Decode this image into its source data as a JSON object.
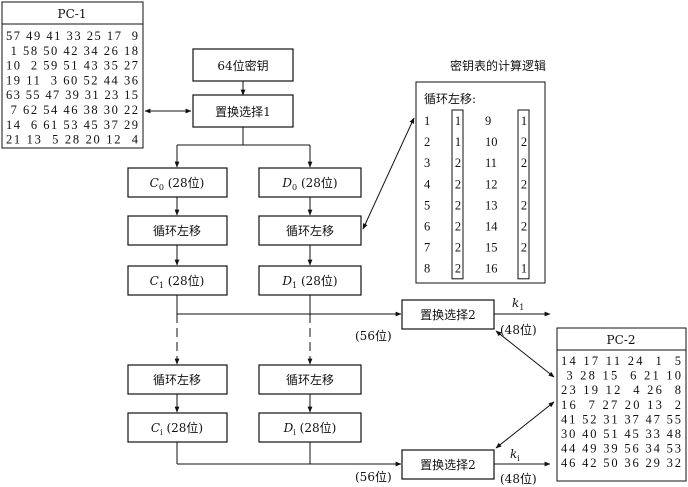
{
  "pc1": {
    "title": "PC-1",
    "rows": [
      "57 49 41 33 25 17  9",
      " 1 58 50 42 34 26 18",
      "10  2 59 51 43 35 27",
      "19 11  3 60 52 44 36",
      "63 55 47 39 31 23 15",
      " 7 62 54 46 38 30 22",
      "14  6 61 53 45 37 29",
      "21 13  5 28 20 12  4"
    ]
  },
  "pc2": {
    "title": "PC-2",
    "rows": [
      "14 17 11 24  1  5",
      " 3 28 15  6 21 10",
      "23 19 12  4 26  8",
      "16  7 27 20 13  2",
      "41 52 31 37 47 55",
      "30 40 51 45 33 48",
      "44 49 39 56 34 53",
      "46 42 50 36 29 32"
    ]
  },
  "flow": {
    "key_box": "64位密钥",
    "pc1_box": "置换选择1",
    "c0": {
      "var": "C",
      "sub": "0",
      "suffix": " (28位)"
    },
    "d0": {
      "var": "D",
      "sub": "0",
      "suffix": " (28位)"
    },
    "shift": "循环左移",
    "c1": {
      "var": "C",
      "sub": "1",
      "suffix": " (28位)"
    },
    "d1": {
      "var": "D",
      "sub": "1",
      "suffix": " (28位)"
    },
    "ci": {
      "var": "C",
      "sub": "i",
      "suffix": " (28位)"
    },
    "di": {
      "var": "D",
      "sub": "i",
      "suffix": " (28位)"
    },
    "pc2_box": "置换选择2",
    "bits56": "(56位)",
    "bits48": "(48位)",
    "k1": {
      "var": "k",
      "sub": "1"
    },
    "ki": {
      "var": "k",
      "sub": "i"
    }
  },
  "schedule": {
    "title": "密钥表的计算逻辑",
    "subtitle": "循环左移:",
    "left": [
      {
        "round": "1",
        "shift": "1"
      },
      {
        "round": "2",
        "shift": "1"
      },
      {
        "round": "3",
        "shift": "2"
      },
      {
        "round": "4",
        "shift": "2"
      },
      {
        "round": "5",
        "shift": "2"
      },
      {
        "round": "6",
        "shift": "2"
      },
      {
        "round": "7",
        "shift": "2"
      },
      {
        "round": "8",
        "shift": "2"
      }
    ],
    "right": [
      {
        "round": "9",
        "shift": "1"
      },
      {
        "round": "10",
        "shift": "2"
      },
      {
        "round": "11",
        "shift": "2"
      },
      {
        "round": "12",
        "shift": "2"
      },
      {
        "round": "13",
        "shift": "2"
      },
      {
        "round": "14",
        "shift": "2"
      },
      {
        "round": "15",
        "shift": "2"
      },
      {
        "round": "16",
        "shift": "1"
      }
    ]
  }
}
